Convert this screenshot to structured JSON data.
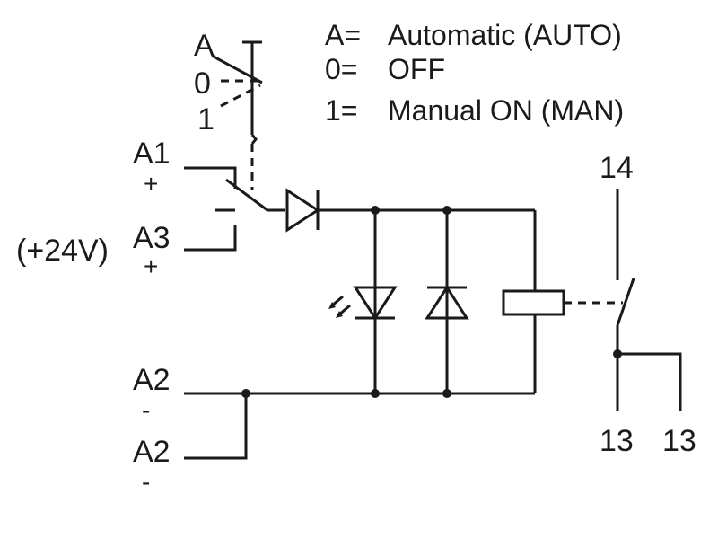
{
  "legend": {
    "a_key": "A=",
    "a_text": "Automatic (AUTO)",
    "zero_key": "0=",
    "zero_text": "OFF",
    "one_key": "1=",
    "one_text": "Manual ON (MAN)"
  },
  "selector": {
    "pos_a": "A",
    "pos_0": "0",
    "pos_1": "1"
  },
  "terminals": {
    "a1": "A1",
    "a1_sign": "+",
    "a3": "A3",
    "a3_sign": "+",
    "voltage": "(+24V)",
    "a2_top": "A2",
    "a2_top_sign": "-",
    "a2_bottom": "A2",
    "a2_bottom_sign": "-",
    "t14": "14",
    "t13_left": "13",
    "t13_right": "13"
  },
  "colors": {
    "line": "#1a1a1a",
    "background": "#ffffff"
  }
}
